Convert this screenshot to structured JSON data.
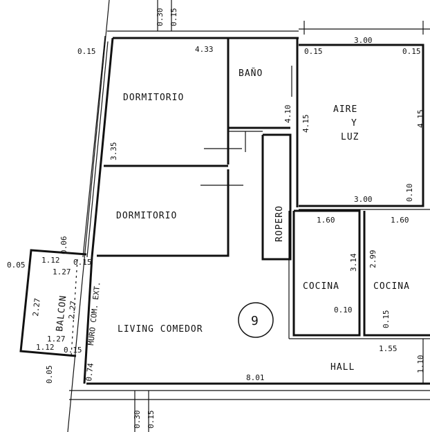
{
  "rooms": {
    "dormitorio_1": "DORMITORIO",
    "dormitorio_2": "DORMITORIO",
    "bano": "BAÑO",
    "aire": "AIRE",
    "y": "Y",
    "luz": "LUZ",
    "ropero": "ROPERO",
    "cocina_1": "COCINA",
    "cocina_2": "COCINA",
    "living": "LIVING COMEDOR",
    "hall": "HALL",
    "balcon": "BALCON",
    "muro": "MURO COM. EXT."
  },
  "unit_number": "9",
  "dims": {
    "top_030": "0.30",
    "top_015": "0.15",
    "d1_015": "0.15",
    "d1_433": "4.33",
    "d1_335": "3.35",
    "bano_410": "4.10",
    "aire_015a": "0.15",
    "aire_300a": "3.00",
    "aire_015b": "0.15",
    "aire_415a": "4.15",
    "aire_415b": "4.15",
    "aire_010": "0.10",
    "aire_300b": "3.00",
    "coc1_160": "1.60",
    "coc1_314": "3.14",
    "coc1_010": "0.10",
    "coc2_160": "1.60",
    "coc2_299": "2.99",
    "coc2_015": "0.15",
    "hall_155": "1.55",
    "hall_110": "1.10",
    "living_801": "8.01",
    "living_074": "0.74",
    "bot_030": "0.30",
    "bot_015": "0.15",
    "bal_005a": "0.05",
    "bal_006": "0.06",
    "bal_112a": "1.12",
    "bal_015a": "0.15",
    "bal_127a": "1.27",
    "bal_227a": "2.27",
    "bal_227b": "2.27",
    "bal_127b": "1.27",
    "bal_112b": "1.12",
    "bal_015b": "0.15",
    "bal_005b": "0.05"
  }
}
